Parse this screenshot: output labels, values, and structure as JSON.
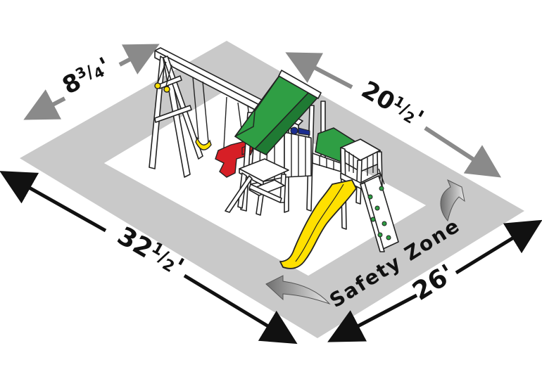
{
  "diagram": {
    "dimensions": {
      "top_left": {
        "whole": "8",
        "frac_num": "3",
        "frac_den": "4",
        "unit": "'"
      },
      "top_right": {
        "whole": "20",
        "frac_num": "1",
        "frac_den": "2",
        "unit": "'"
      },
      "bottom_left": {
        "whole": "32",
        "frac_num": "1",
        "frac_den": "2",
        "unit": "'"
      },
      "bottom_right": {
        "whole": "26",
        "frac_num": "",
        "frac_den": "",
        "unit": "'"
      }
    },
    "safety_zone_label": "Safety Zone",
    "colors": {
      "zone": "#c9c9c9",
      "roof": "#2f9e44",
      "slide": "#ffe000",
      "swing_seat": "#ffe000",
      "glider": "#d61f26",
      "ink": "#111111"
    }
  }
}
